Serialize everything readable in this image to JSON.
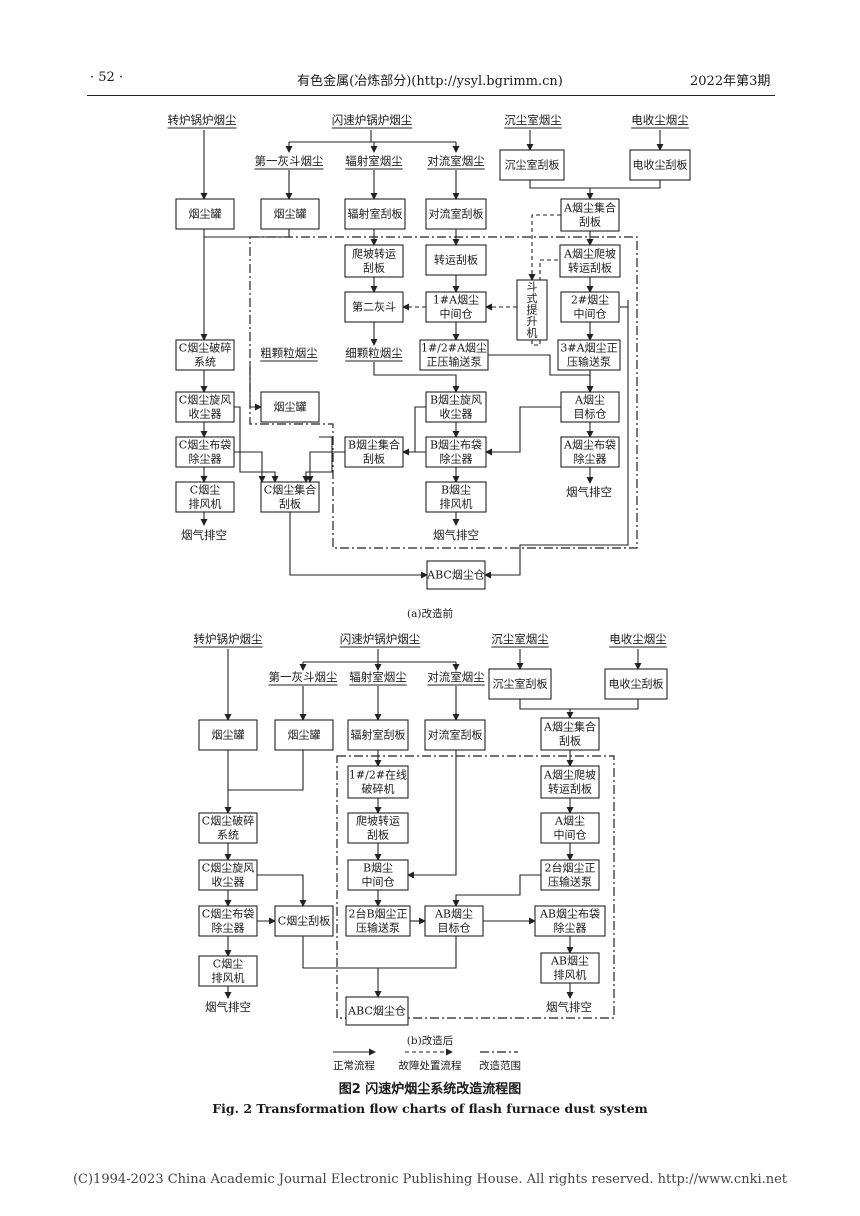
{
  "header": {
    "page_number": "· 52 ·",
    "journal": "有色金属(冶炼部分)(http://ysyl.bgrimm.cn)",
    "issue": "2022年第3期"
  },
  "diagram_a": {
    "caption": "(a)改造前",
    "labels": {
      "l_zl": "转炉锅炉烟尘",
      "l_sl": "闪速炉锅炉烟尘",
      "l_cc": "沉尘室烟尘",
      "l_ds": "电收尘烟尘",
      "l_h1": "第一灰斗烟尘",
      "l_fs": "辐射室烟尘",
      "l_dl": "对流室烟尘",
      "l_cu": "粗颗粒烟尘",
      "l_xi": "细颗粒烟尘",
      "l_ya": "烟气排空",
      "l_yb": "烟气排空",
      "l_yc": "烟气排空"
    },
    "boxes": {
      "b1": [
        "烟尘罐"
      ],
      "b2": [
        "烟尘罐"
      ],
      "b3": [
        "辐射室刮板"
      ],
      "b4": [
        "对流室刮板"
      ],
      "b5": [
        "沉尘室刮板"
      ],
      "b6": [
        "电收尘刮板"
      ],
      "b7": [
        "A烟尘集合",
        "刮板"
      ],
      "b8": [
        "爬坡转运",
        "刮板"
      ],
      "b9": [
        "转运刮板"
      ],
      "b10": [
        "A烟尘爬坡",
        "转运刮板"
      ],
      "b11": [
        "第二灰斗"
      ],
      "b12": [
        "1#A烟尘",
        "中间仓"
      ],
      "b13": [
        "斗",
        "式",
        "提",
        "升",
        "机"
      ],
      "b14": [
        "2#烟尘",
        "中间仓"
      ],
      "b15": [
        "C烟尘破碎",
        "系统"
      ],
      "b16": [
        "1#/2#A烟尘",
        "正压输送泵"
      ],
      "b17": [
        "3#A烟尘正",
        "压输送泵"
      ],
      "b18": [
        "C烟尘旋风",
        "收尘器"
      ],
      "b19": [
        "烟尘罐"
      ],
      "b20": [
        "B烟尘旋风",
        "收尘器"
      ],
      "b21": [
        "A烟尘",
        "目标仓"
      ],
      "b22": [
        "C烟尘布袋",
        "除尘器"
      ],
      "b23": [
        "B烟尘集合",
        "刮板"
      ],
      "b24": [
        "B烟尘布袋",
        "除尘器"
      ],
      "b25": [
        "A烟尘布袋",
        "除尘器"
      ],
      "b26": [
        "C烟尘",
        "排风机"
      ],
      "b27": [
        "C烟尘集合",
        "刮板"
      ],
      "b28": [
        "B烟尘",
        "排风机"
      ],
      "b29": [
        "ABC烟尘仓"
      ]
    }
  },
  "diagram_b": {
    "caption": "(b)改造后",
    "labels": {
      "m_zl": "转炉锅炉烟尘",
      "m_sl": "闪速炉锅炉烟尘",
      "m_cc": "沉尘室烟尘",
      "m_ds": "电收尘烟尘",
      "m_h1": "第一灰斗烟尘",
      "m_fs": "辐射室烟尘",
      "m_dl": "对流室烟尘",
      "m_ya": "烟气排空",
      "m_yb": "烟气排空"
    },
    "boxes": {
      "c1": [
        "烟尘罐"
      ],
      "c2": [
        "烟尘罐"
      ],
      "c3": [
        "辐射室刮板"
      ],
      "c4": [
        "对流室刮板"
      ],
      "c5": [
        "沉尘室刮板"
      ],
      "c6": [
        "电收尘刮板"
      ],
      "c7": [
        "A烟尘集合",
        "刮板"
      ],
      "c8": [
        "1#/2#在线",
        "破碎机"
      ],
      "c9": [
        "A烟尘爬坡",
        "转运刮板"
      ],
      "c10": [
        "C烟尘破碎",
        "系统"
      ],
      "c11": [
        "爬坡转运",
        "刮板"
      ],
      "c12": [
        "A烟尘",
        "中间仓"
      ],
      "c13": [
        "C烟尘旋风",
        "收尘器"
      ],
      "c14": [
        "B烟尘",
        "中间仓"
      ],
      "c15": [
        "2台烟尘正",
        "压输送泵"
      ],
      "c16": [
        "C烟尘布袋",
        "除尘器"
      ],
      "c17": [
        "C烟尘刮板"
      ],
      "c18": [
        "2台B烟尘正",
        "压输送泵"
      ],
      "c19": [
        "AB烟尘",
        "目标仓"
      ],
      "c20": [
        "AB烟尘布袋",
        "除尘器"
      ],
      "c21": [
        "C烟尘",
        "排风机"
      ],
      "c22": [
        "AB烟尘",
        "排风机"
      ],
      "c23": [
        "ABC烟尘仓"
      ]
    }
  },
  "legend": {
    "normal": "正常流程",
    "fault": "故障处置流程",
    "scope": "改造范围"
  },
  "figure": {
    "caption_cn": "图2  闪速炉烟尘系统改造流程图",
    "caption_en": "Fig. 2   Transformation flow charts of flash furnace dust system"
  },
  "footer": {
    "copyright": "(C)1994-2023 China Academic Journal Electronic Publishing House. All rights reserved.    http://www.cnki.net"
  }
}
